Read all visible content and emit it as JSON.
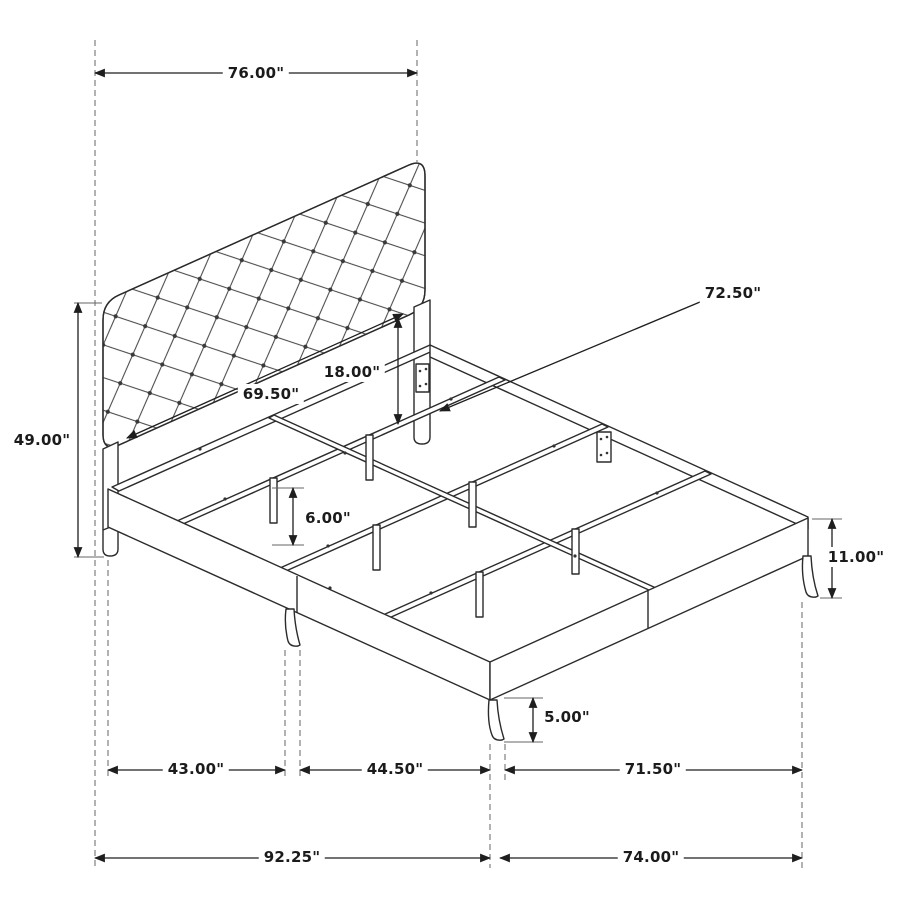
{
  "diagram": {
    "kind": "Bed frame dimension drawing",
    "units": "inches",
    "dims": {
      "headboard_width": "76.00\"",
      "slat_length": "72.50\"",
      "headboard_panel_height": "18.00\"",
      "tufted_width": "69.50\"",
      "headboard_height": "49.00\"",
      "support_leg_height": "6.00\"",
      "rail_height": "11.00\"",
      "front_leg_height": "5.00\"",
      "section_headboard": "43.00\"",
      "section_middle": "44.50\"",
      "section_platform": "71.50\"",
      "overall_length": "92.25\"",
      "overall_width": "74.00\""
    }
  }
}
